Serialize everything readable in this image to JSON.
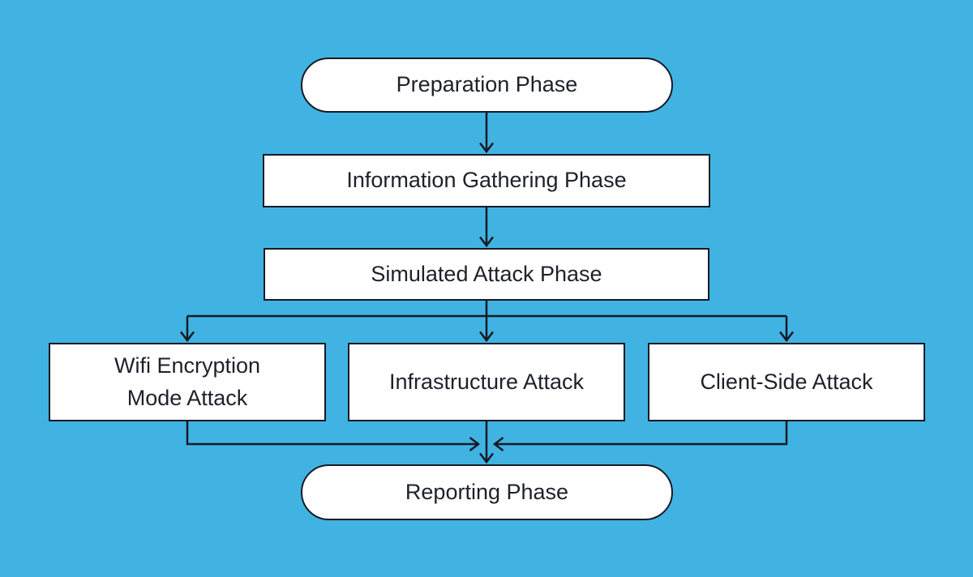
{
  "diagram": {
    "type": "flowchart",
    "colors": {
      "background": "#40B3E3",
      "node_fill": "#FFFFFF",
      "stroke": "#151A24",
      "text": "#1D212A"
    },
    "nodes": [
      {
        "id": "preparation-phase",
        "label": "Preparation Phase",
        "shape": "stadium"
      },
      {
        "id": "information-gathering-phase",
        "label": "Information Gathering Phase",
        "shape": "rect"
      },
      {
        "id": "simulated-attack-phase",
        "label": "Simulated Attack Phase",
        "shape": "rect"
      },
      {
        "id": "wifi-encryption-mode-attack",
        "label": "Wifi Encryption Mode Attack",
        "shape": "rect"
      },
      {
        "id": "infrastructure-attack",
        "label": "Infrastructure Attack",
        "shape": "rect"
      },
      {
        "id": "client-side-attack",
        "label": "Client-Side Attack",
        "shape": "rect"
      },
      {
        "id": "reporting-phase",
        "label": "Reporting Phase",
        "shape": "stadium"
      }
    ],
    "edges": [
      {
        "from": "preparation-phase",
        "to": "information-gathering-phase"
      },
      {
        "from": "information-gathering-phase",
        "to": "simulated-attack-phase"
      },
      {
        "from": "simulated-attack-phase",
        "to": "wifi-encryption-mode-attack"
      },
      {
        "from": "simulated-attack-phase",
        "to": "infrastructure-attack"
      },
      {
        "from": "simulated-attack-phase",
        "to": "client-side-attack"
      },
      {
        "from": "wifi-encryption-mode-attack",
        "to": "reporting-phase"
      },
      {
        "from": "infrastructure-attack",
        "to": "reporting-phase"
      },
      {
        "from": "client-side-attack",
        "to": "reporting-phase"
      }
    ]
  }
}
